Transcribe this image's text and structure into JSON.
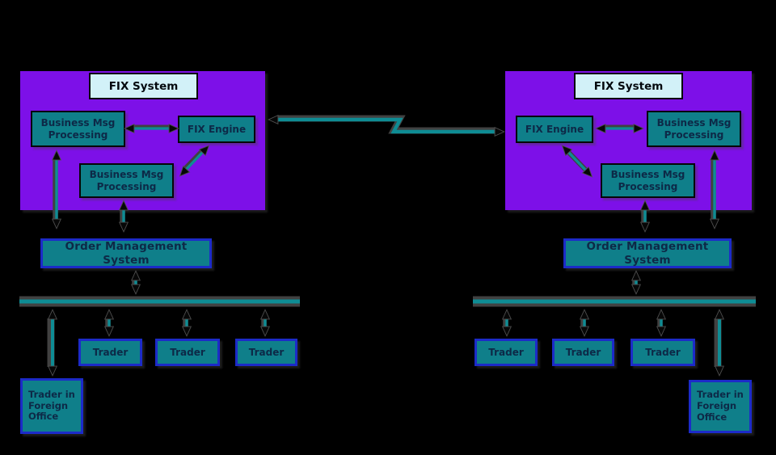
{
  "left": {
    "fix_system": "FIX System",
    "bmp_top": "Business Msg\nProcessing",
    "fix_engine": "FIX Engine",
    "bmp_bottom": "Business Msg\nProcessing",
    "oms": "Order Management System",
    "traders": [
      "Trader",
      "Trader",
      "Trader"
    ],
    "foreign_office": "Trader in\nForeign\nOffice"
  },
  "right": {
    "fix_system": "FIX System",
    "bmp_top": "Business Msg\nProcessing",
    "fix_engine": "FIX Engine",
    "bmp_bottom": "Business Msg\nProcessing",
    "oms": "Order Management System",
    "traders": [
      "Trader",
      "Trader",
      "Trader"
    ],
    "foreign_office": "Trader in\nForeign\nOffice"
  },
  "colors": {
    "background": "#000000",
    "panel_purple": "#7D10E8",
    "box_teal": "#0F7F8A",
    "line_teal": "#0E8C94",
    "header_bg": "#D2F1F8",
    "border_blue": "#1C2BC8",
    "text_navy": "#0D2947"
  }
}
